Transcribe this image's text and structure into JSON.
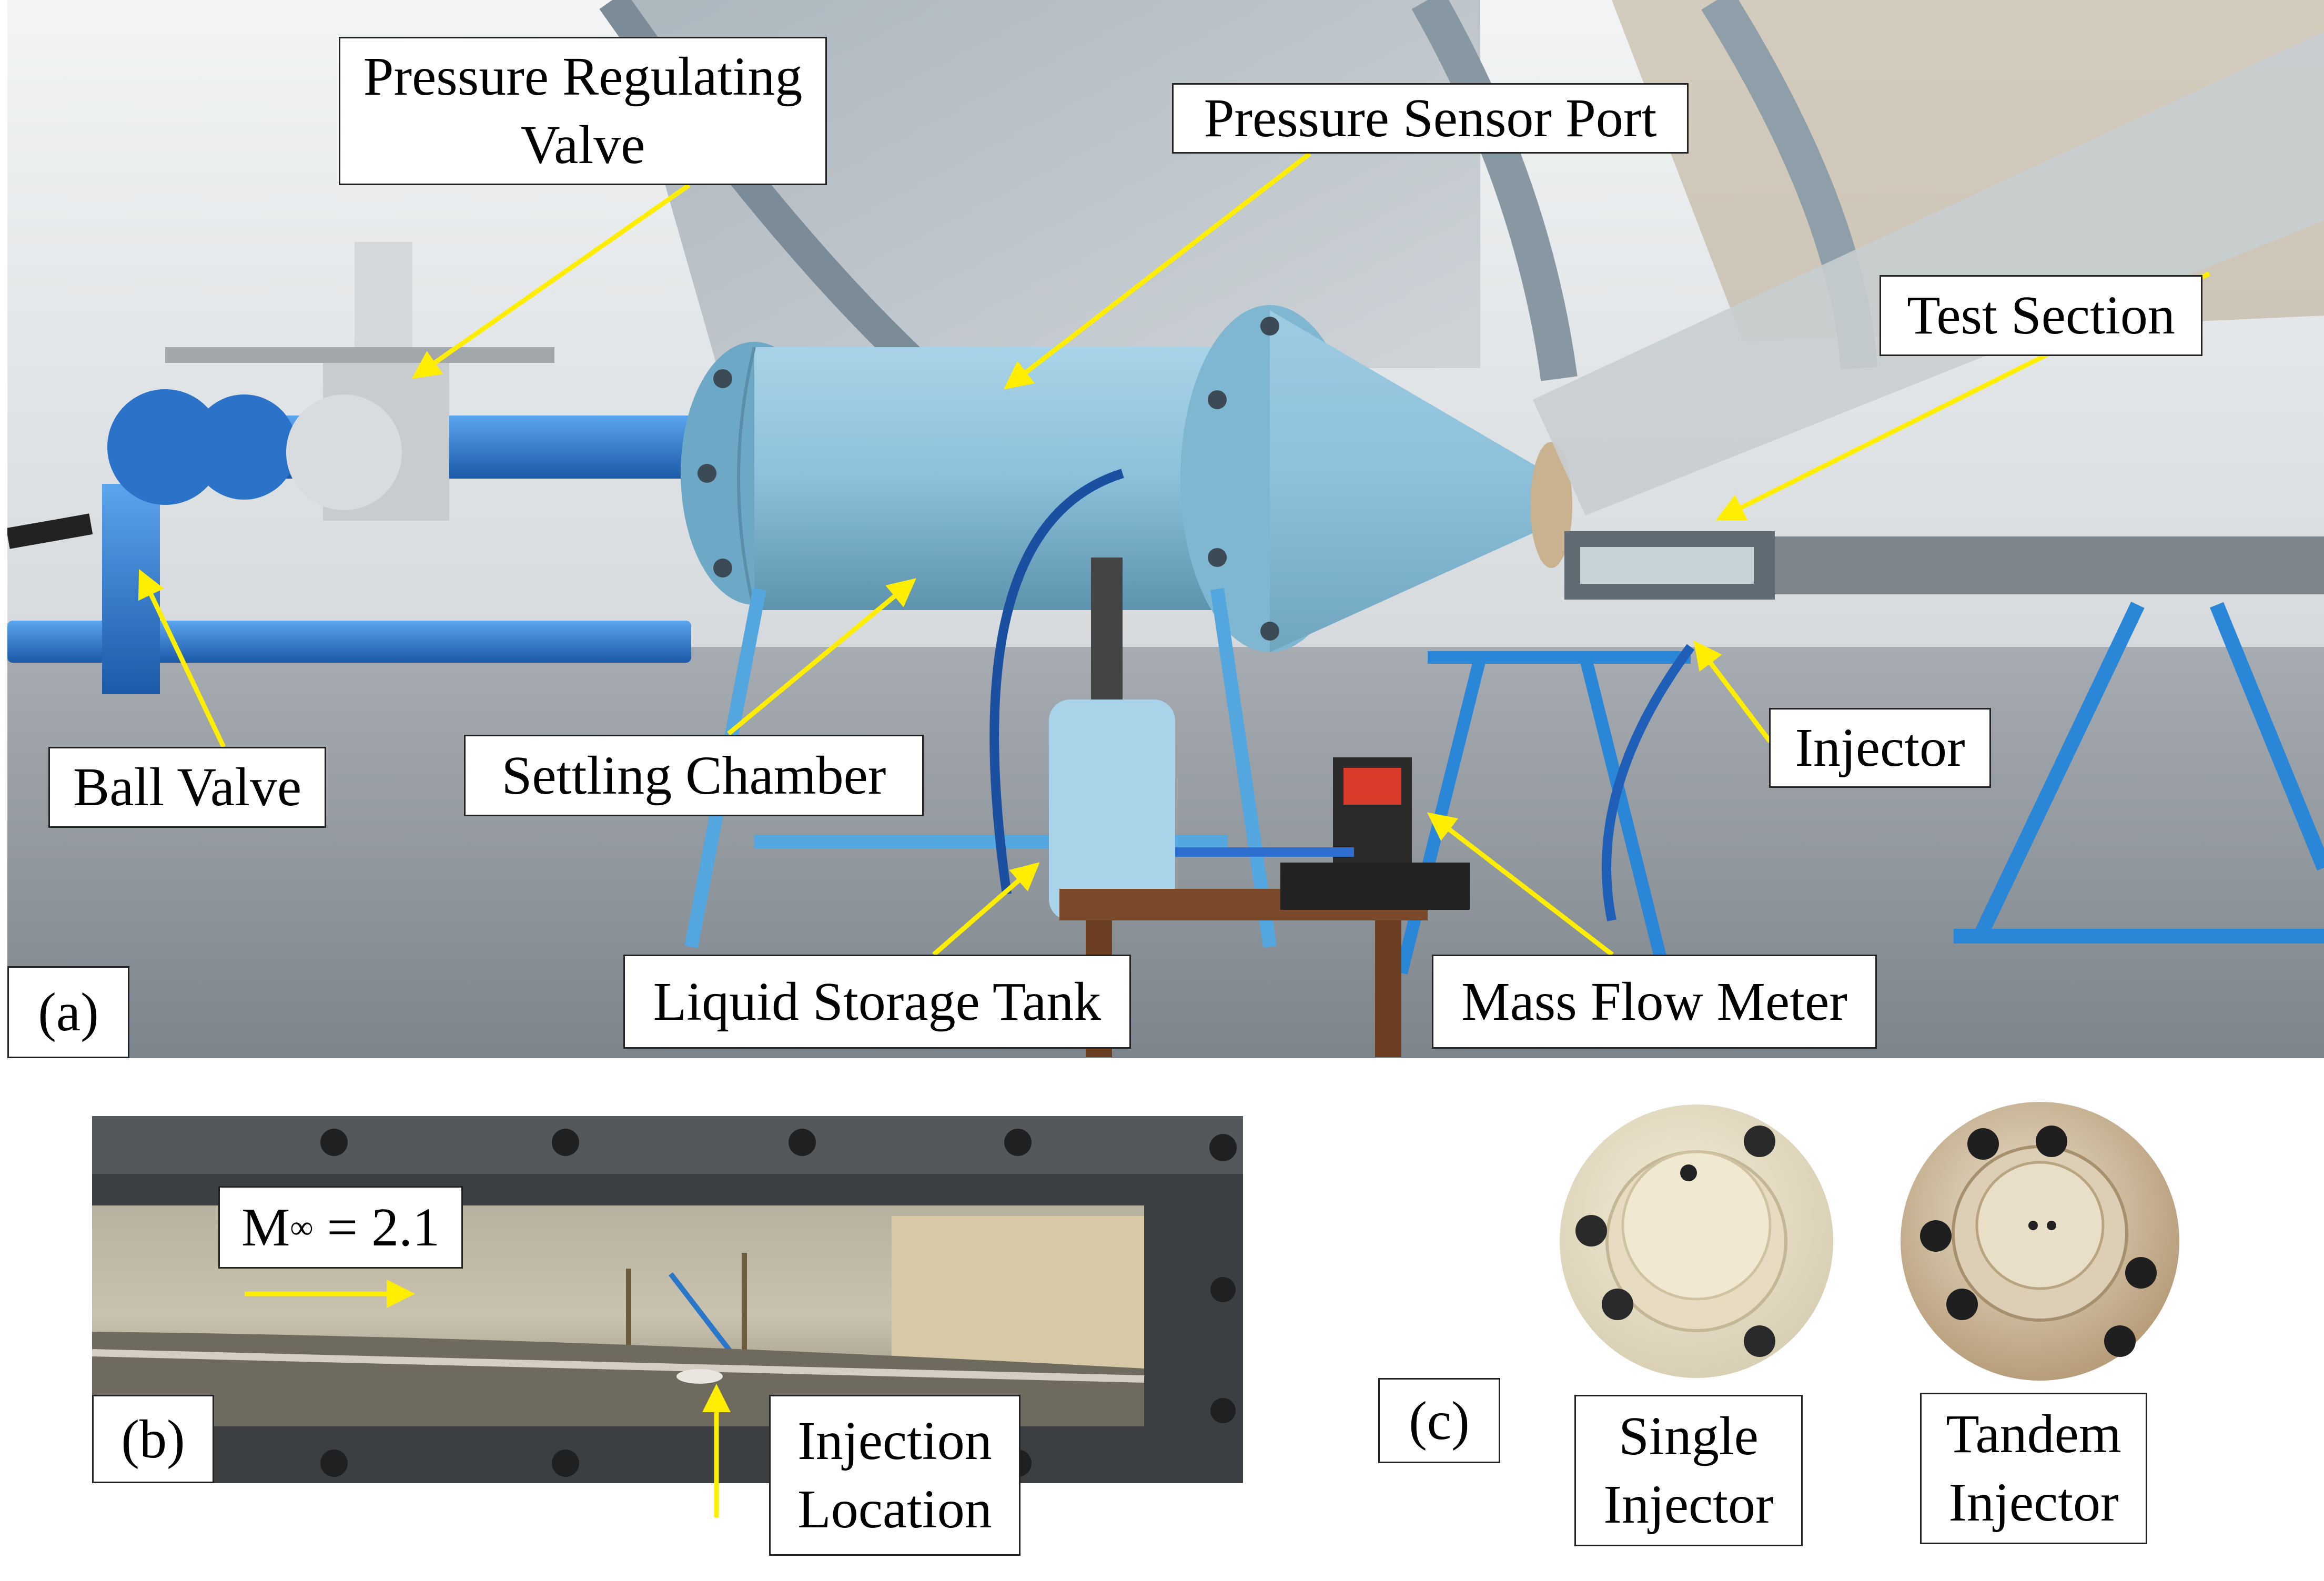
{
  "panel_a": {
    "tag": "(a)",
    "labels": {
      "pressure_regulating_valve": [
        "Pressure Regulating",
        "Valve"
      ],
      "pressure_sensor_port": "Pressure Sensor Port",
      "test_section": "Test Section",
      "injector": "Injector",
      "ball_valve": "Ball Valve",
      "settling_chamber": "Settling Chamber",
      "liquid_storage_tank": "Liquid Storage Tank",
      "mass_flow_meter": "Mass Flow Meter"
    }
  },
  "panel_b": {
    "tag": "(b)",
    "mach_symbol": "M",
    "mach_subscript": "∞",
    "mach_value": " = 2.1",
    "injection_location": [
      "Injection",
      "Location"
    ]
  },
  "panel_c": {
    "tag": "(c)",
    "single_injector": [
      "Single",
      "Injector"
    ],
    "tandem_injector": [
      "Tandem",
      "Injector"
    ]
  },
  "colors": {
    "arrow": "#ffee00",
    "settling_chamber_blue": "#8fc3dc",
    "pipe_blue": "#1f6fc4",
    "stand_blue": "#2a86d6",
    "floor": "#8d949a",
    "wall": "#dfe3e6"
  }
}
